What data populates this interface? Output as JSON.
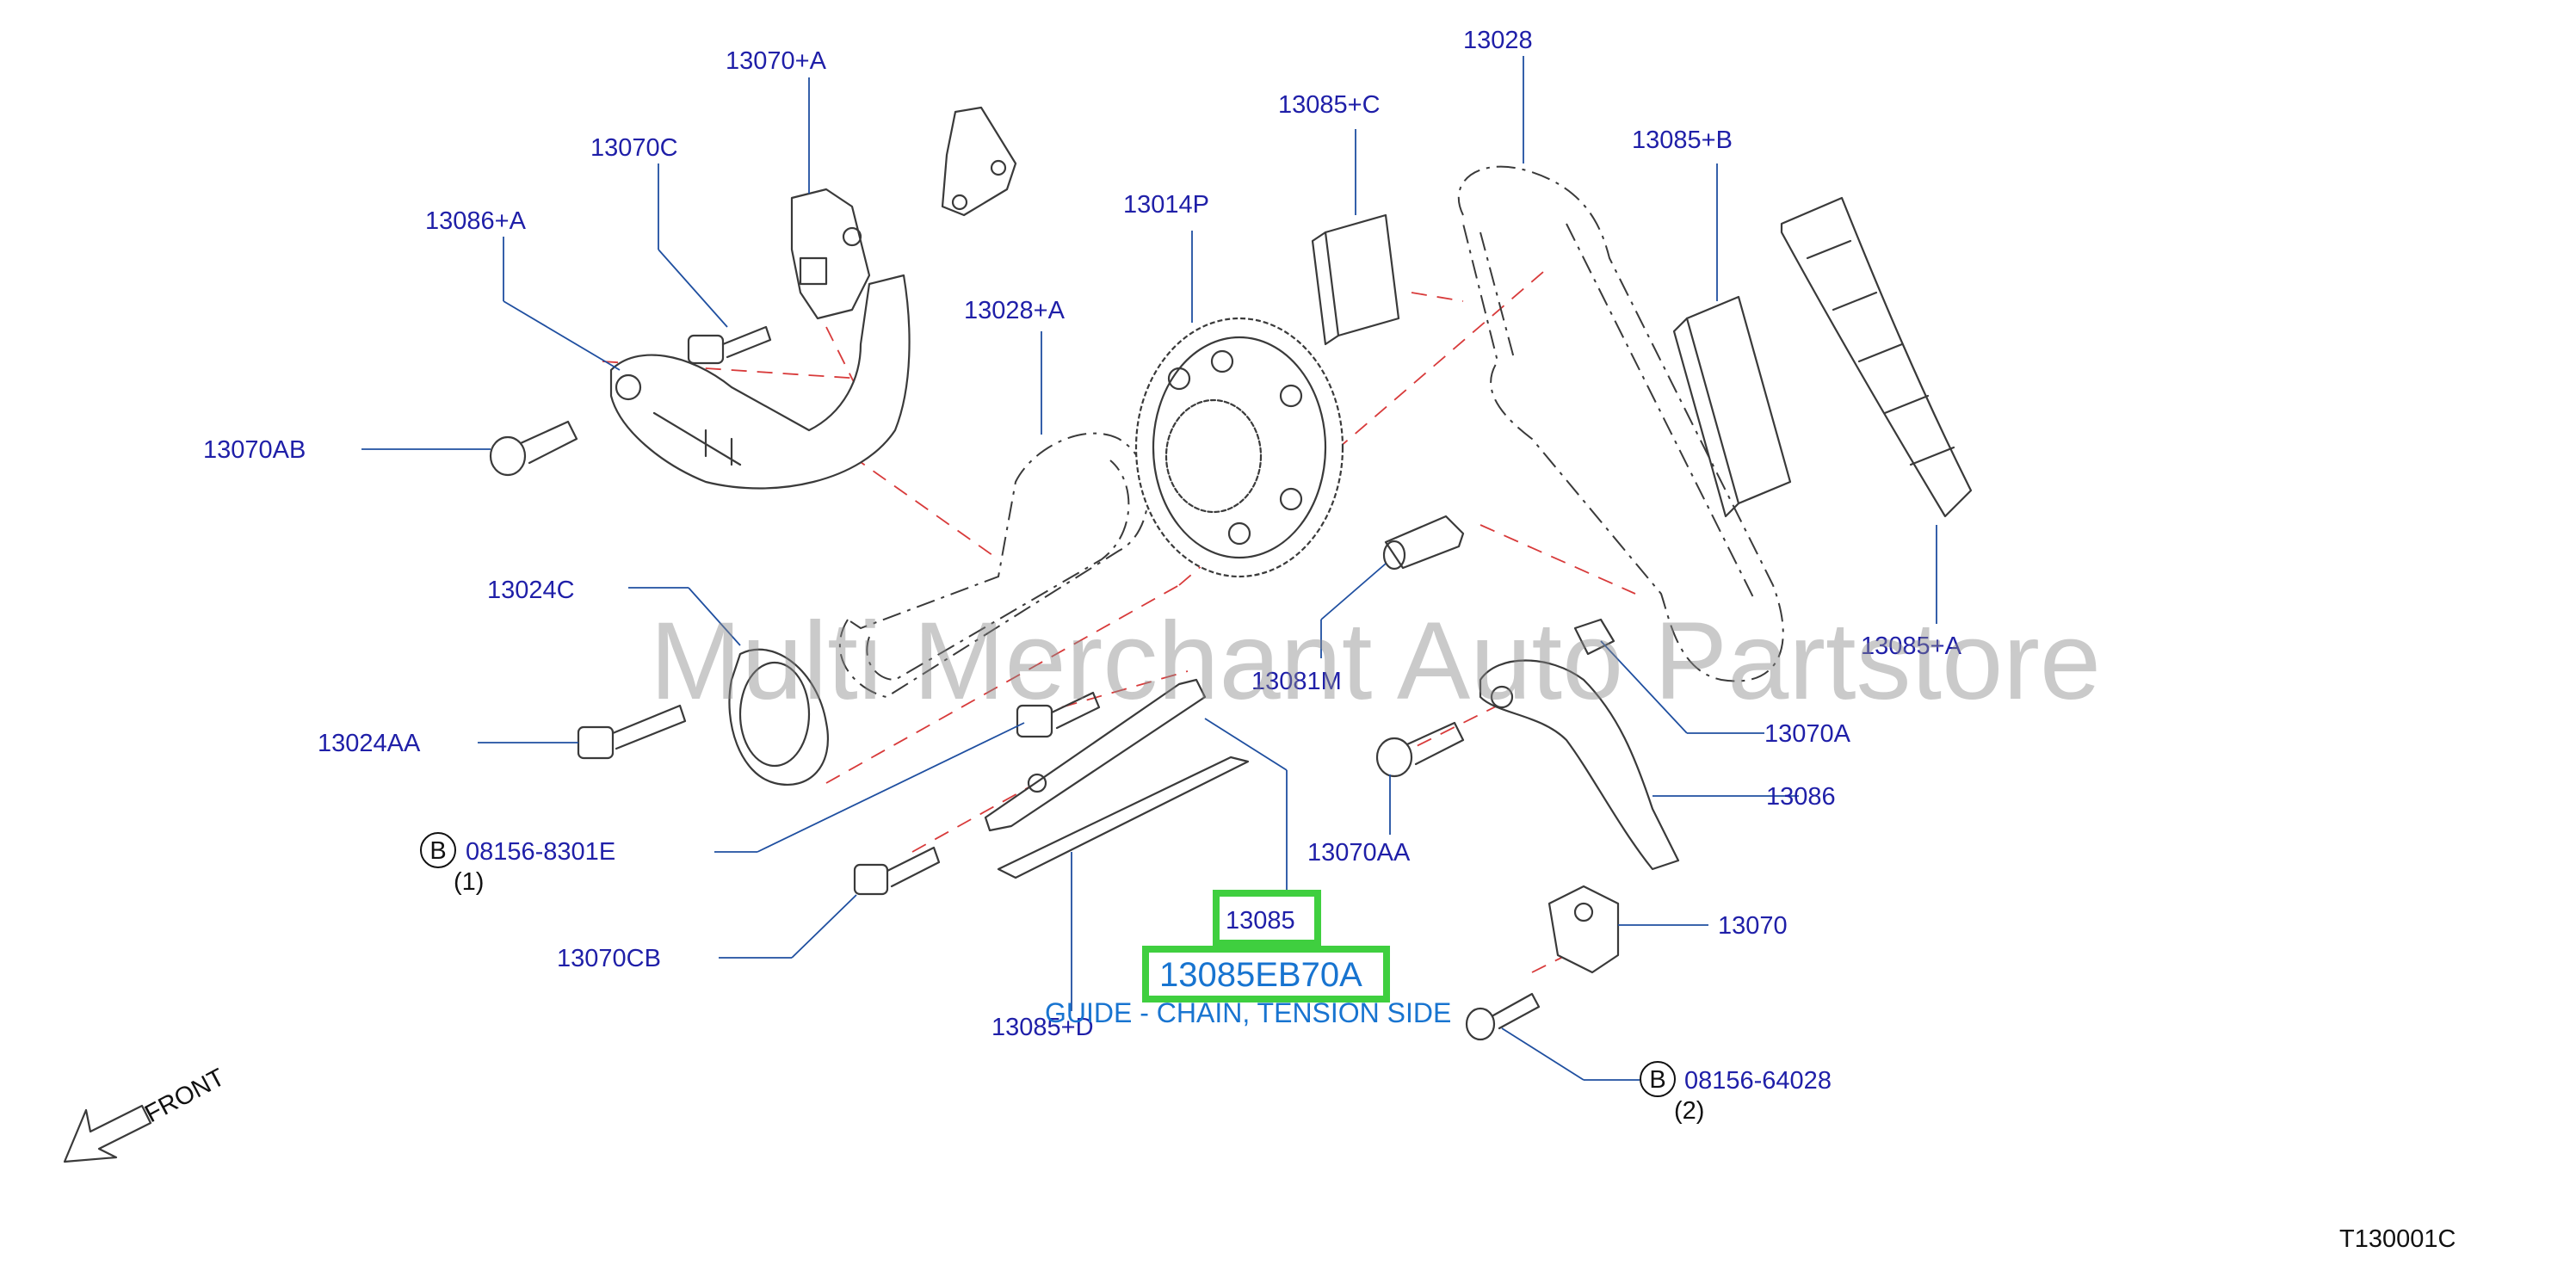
{
  "parts": {
    "p13070A_plus": "13070+A",
    "p13070C": "13070C",
    "p13086A_plus": "13086+A",
    "p13070AB": "13070AB",
    "p13028A_plus": "13028+A",
    "p13014P": "13014P",
    "p13085C_plus": "13085+C",
    "p13028": "13028",
    "p13085B_plus": "13085+B",
    "p13085A_plus": "13085+A",
    "p13024C": "13024C",
    "p13024AA": "13024AA",
    "p13081M": "13081M",
    "p13070A": "13070A",
    "p13086": "13086",
    "p08156_8301E": "08156-8301E",
    "p08156_8301E_qty": "(1)",
    "p13070AA": "13070AA",
    "p13085": "13085",
    "p13070CB": "13070CB",
    "p13085D_plus": "13085+D",
    "p13070": "13070",
    "p08156_64028": "08156-64028",
    "p08156_64028_qty": "(2)"
  },
  "bolt_marker": "B",
  "selection": {
    "part_number": "13085EB70A",
    "description": "GUIDE - CHAIN, TENSION SIDE"
  },
  "watermark": "Multi Merchant Auto Partstore",
  "front_label": "FRONT",
  "diagram_code": "T130001C",
  "colors": {
    "label": "#1f1fa8",
    "leader": "#1f4fa0",
    "axis": "#d83a3a",
    "highlight": "#3fcf3f",
    "selection_text": "#1874d0"
  }
}
